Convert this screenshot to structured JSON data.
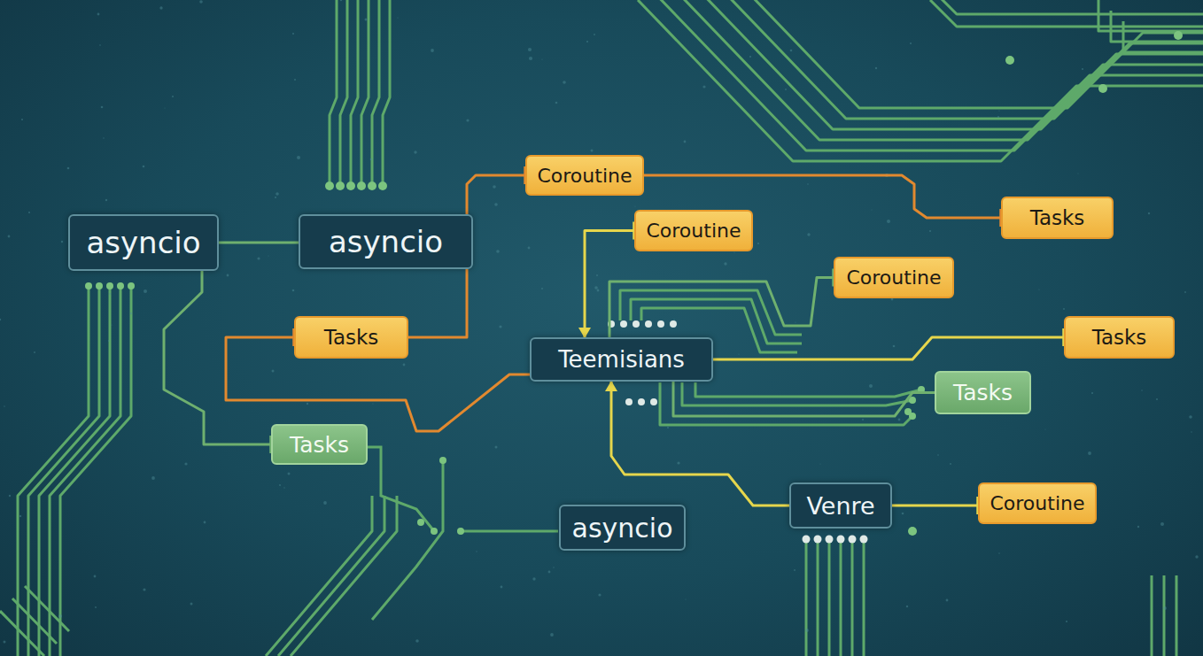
{
  "diagram": {
    "nodes": [
      {
        "text": [
          "Coroutine"
        ]
      },
      {
        "text": [
          "Tasks"
        ]
      },
      {
        "text": [
          "asyncio"
        ]
      },
      {
        "text": [
          "asyncio"
        ]
      },
      {
        "text": [
          "Coroutine"
        ]
      },
      {
        "text": [
          "Coroutine"
        ]
      },
      {
        "text": [
          "Tasks"
        ]
      },
      {
        "text": [
          "Teemisians"
        ]
      },
      {
        "text": [
          "Tasks"
        ]
      },
      {
        "text": [
          "Tasks"
        ]
      },
      {
        "text": [
          "Tasks"
        ]
      },
      {
        "text": [
          "Venre"
        ]
      },
      {
        "text": [
          "Coroutine"
        ]
      },
      {
        "text": [
          "asyncio"
        ]
      }
    ],
    "edges": [
      {
        "from": 2,
        "to": 3,
        "arrow": "none"
      },
      {
        "from": 6,
        "to": 0,
        "arrow": "to"
      },
      {
        "from": 0,
        "to": 1,
        "arrow": "to"
      },
      {
        "from": 4,
        "to": 7,
        "arrow": "both"
      },
      {
        "from": 7,
        "to": 6,
        "arrow": "to"
      },
      {
        "from": 7,
        "to": 8,
        "arrow": "to"
      },
      {
        "from": 7,
        "to": 5,
        "arrow": "to"
      },
      {
        "from": 7,
        "to": 9,
        "arrow": "none"
      },
      {
        "from": 11,
        "to": 7,
        "arrow": "to"
      },
      {
        "from": 11,
        "to": 12,
        "arrow": "to"
      },
      {
        "from": 2,
        "to": 10,
        "arrow": "to"
      }
    ]
  }
}
